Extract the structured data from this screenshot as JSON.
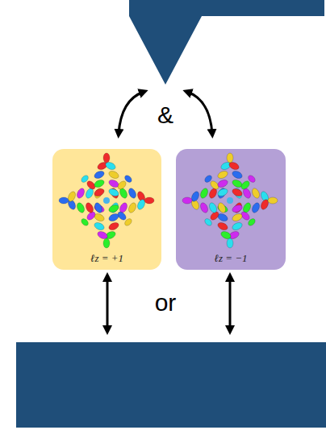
{
  "diagram": {
    "nodes": [
      {
        "text": [
          "ℓz = +1"
        ]
      },
      {
        "text": [
          "ℓz = −1"
        ]
      }
    ],
    "labels": [
      "&",
      "or"
    ]
  }
}
